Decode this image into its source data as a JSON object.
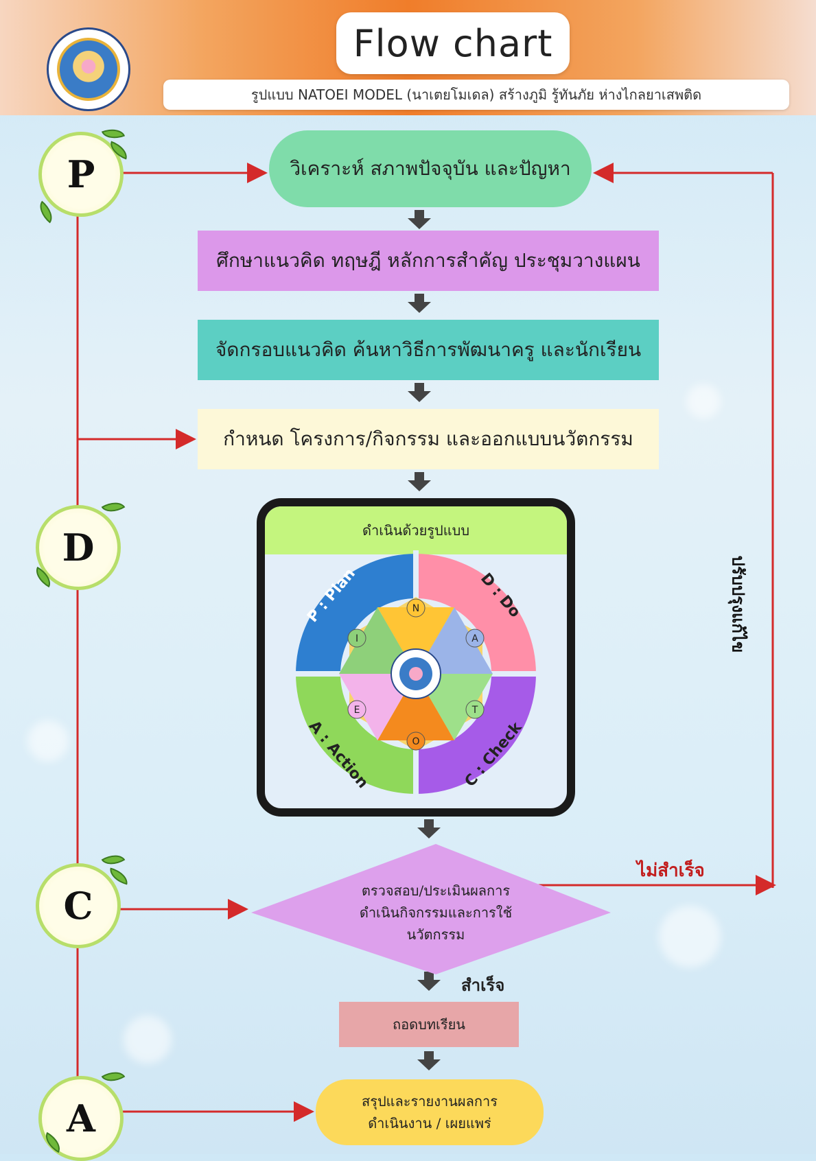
{
  "header": {
    "title": "Flow chart",
    "subtitle": "รูปแบบ NATOEI MODEL (นาเตยโมเดล) สร้างภูมิ รู้ทันภัย ห่างไกลยาเสพติด"
  },
  "steps": {
    "analyze": "วิเคราะห์ สภาพปัจจุบัน และปัญหา",
    "study": "ศึกษาแนวคิด ทฤษฎี หลักการสำคัญ ประชุมวางแผน",
    "frame": "จัดกรอบแนวคิด ค้นหาวิธีการพัฒนาครู และนักเรียน",
    "define": "กำหนด โครงการ/กิจกรรม และออกแบบนวัตกรรม",
    "model_header": "ดำเนินด้วยรูปแบบ",
    "check": "ตรวจสอบ/ประเมินผลการ\nดำเนินกิจกรรมและการใช้\nนวัตกรรม",
    "lesson": "ถอดบทเรียน",
    "report": "สรุปและรายงานผลการ\nดำเนินงาน / เผยแพร่"
  },
  "labels": {
    "fail": "ไม่สำเร็จ",
    "success": "สำเร็จ",
    "improve": "ปรับปรุงแก้ไข"
  },
  "pdca": {
    "p": "P",
    "d": "D",
    "c": "C",
    "a": "A"
  },
  "model_wheel": {
    "quadrants": [
      "P : Plan",
      "D : Do",
      "C : Check",
      "A : Action"
    ],
    "letters": [
      "N",
      "A",
      "T",
      "O",
      "E",
      "I"
    ]
  },
  "colors": {
    "arrow_red": "#d42a2a",
    "arrow_dark": "#444444",
    "leaf_green": "#6fb93a"
  }
}
